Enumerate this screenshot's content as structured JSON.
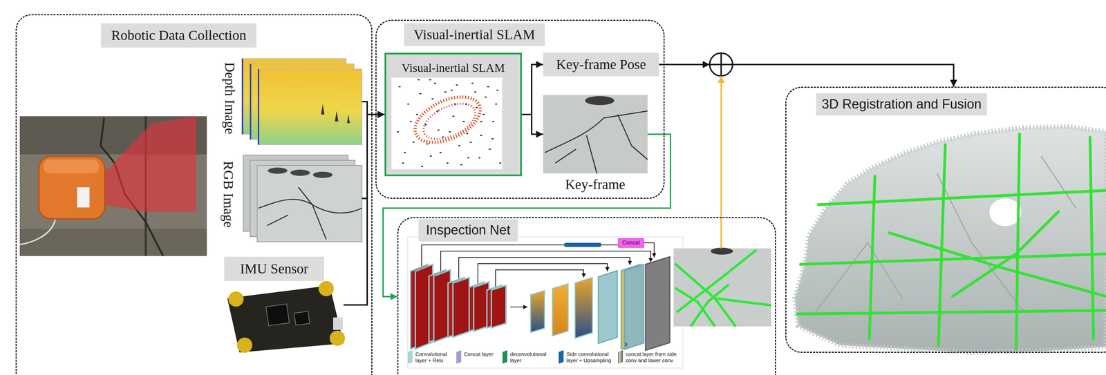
{
  "diagram": {
    "nodes": [
      {
        "text": [
          "Robotic Data Collection"
        ]
      },
      {
        "text": [
          "Depth Image"
        ],
        "in": 0
      },
      {
        "text": [
          "RGB Image"
        ],
        "in": 0
      },
      {
        "text": [
          "IMU Sensor"
        ],
        "in": 0
      },
      {
        "text": [
          "Visual-inertial SLAM"
        ]
      },
      {
        "text": [
          "Visual-inertial SLAM"
        ],
        "in": 4
      },
      {
        "text": [
          "Key-frame Pose"
        ],
        "in": 4
      },
      {
        "text": [
          "Key-frame"
        ],
        "in": 4
      },
      {
        "text": [
          "Inspection Net"
        ]
      },
      {
        "text": [
          "Concat"
        ],
        "in": 8
      },
      {
        "text": [
          "3D Registration and Fusion"
        ]
      }
    ],
    "edges": [
      {
        "from": 1,
        "to": 5,
        "arrow": "to"
      },
      {
        "from": 2,
        "to": 5,
        "arrow": "to"
      },
      {
        "from": 3,
        "to": 5,
        "arrow": "to"
      },
      {
        "from": 5,
        "to": 6,
        "arrow": "to"
      },
      {
        "from": 5,
        "to": 7,
        "arrow": "to"
      },
      {
        "from": 7,
        "to": 8,
        "arrow": "to"
      },
      {
        "from": 6,
        "to": 10,
        "arrow": "to"
      },
      {
        "from": 8,
        "to": 10,
        "arrow": "to"
      }
    ],
    "labels": [
      "3"
    ],
    "legend": [
      {
        "text": "Convolutional layer + Relu",
        "color": "#a9d3d6"
      },
      {
        "text": "Concat layer",
        "color": "#a59ad0"
      },
      {
        "text": "deconvolutional layer",
        "color": "#1e9150"
      },
      {
        "text": "Side convolutional layer + Upsampling",
        "color": "#1b64a8"
      },
      {
        "text": "concat layer from side conv and lower conv"
      }
    ]
  }
}
